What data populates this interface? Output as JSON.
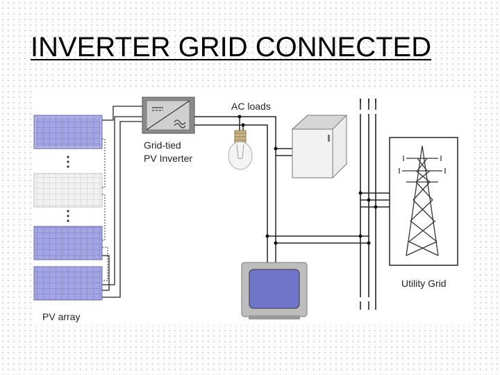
{
  "slide": {
    "title": "INVERTER GRID CONNECTED"
  },
  "diagram": {
    "labels": {
      "ac_loads": "AC loads",
      "inverter_line1": "Grid-tied",
      "inverter_line2": "PV Inverter",
      "utility_grid": "Utility Grid",
      "pv_array": "PV array"
    },
    "icons": [
      "solar-panel-icon",
      "inverter-icon",
      "light-bulb-icon",
      "appliance-cabinet-icon",
      "television-icon",
      "transmission-tower-icon"
    ],
    "colors": {
      "panel_blue": "#8d8fd6",
      "tv_screen": "#6f76c9",
      "wire": "#222222"
    }
  }
}
